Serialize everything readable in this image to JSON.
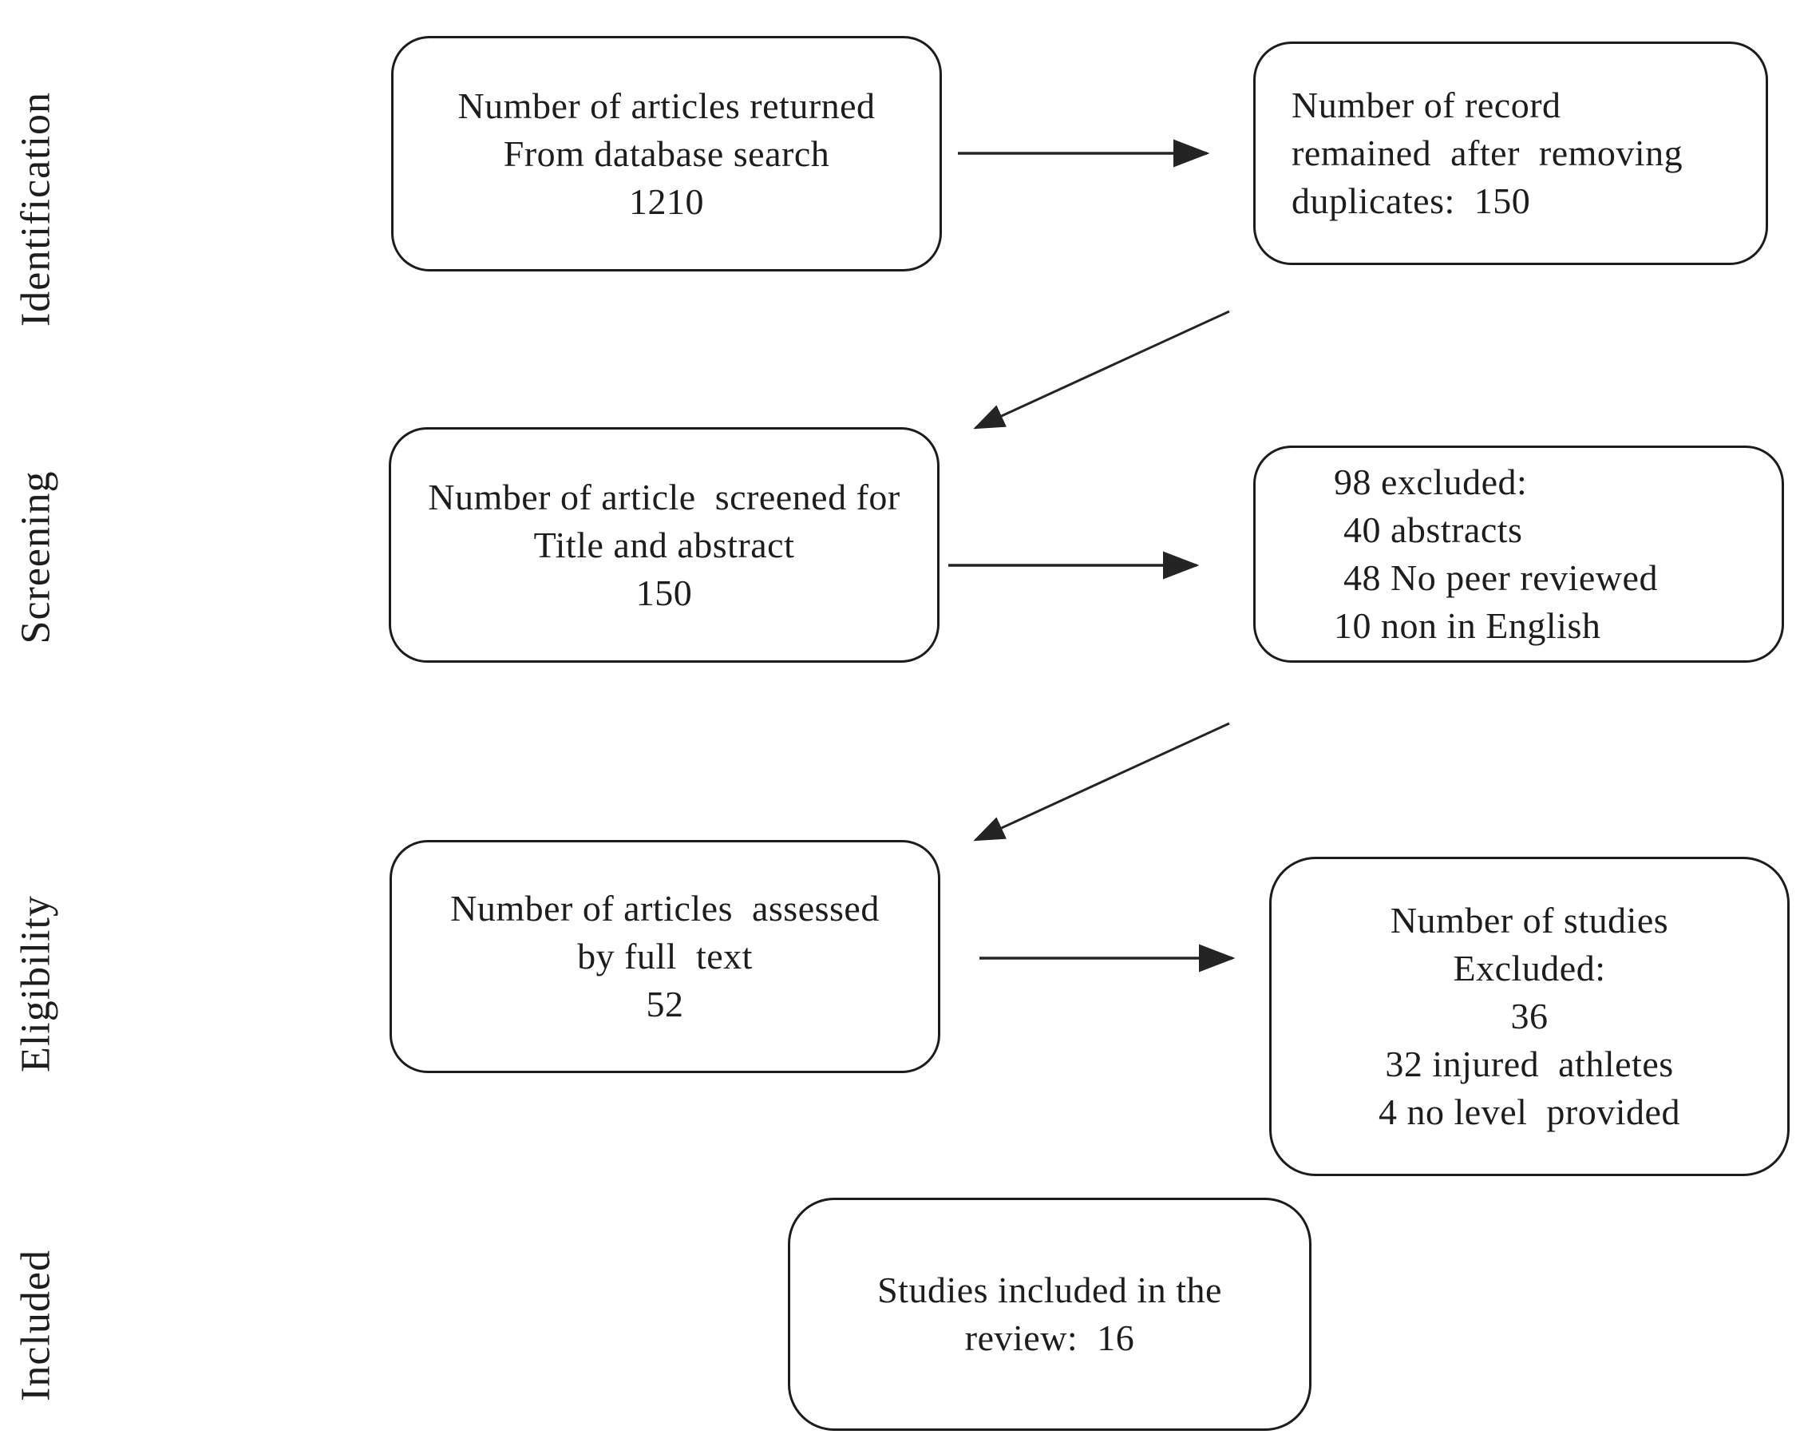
{
  "colors": {
    "background": "#ffffff",
    "border": "#1c1c1c",
    "text": "#1d1d1d",
    "arrow": "#242424"
  },
  "stages": [
    {
      "label": "Identification"
    },
    {
      "label": "Screening"
    },
    {
      "label": "Eligibility"
    },
    {
      "label": "Included"
    }
  ],
  "boxes": {
    "records_identified": {
      "lines": [
        "Number of articles returned",
        "From database search",
        "1210"
      ]
    },
    "duplicates_removed": {
      "lines": [
        "Number of record",
        "remained  after  removing",
        "duplicates:  150"
      ]
    },
    "title_abstract_screened": {
      "lines": [
        "Number of article  screened for",
        "Title and abstract",
        "150"
      ]
    },
    "screening_excluded": {
      "lines": [
        "98 excluded:",
        " 40 abstracts",
        " 48 No peer reviewed",
        "10 non in English"
      ]
    },
    "full_text_assessed": {
      "lines": [
        "Number of articles  assessed",
        "by full  text",
        "52"
      ]
    },
    "eligibility_excluded": {
      "lines": [
        "Number of studies",
        "Excluded:",
        "36",
        "32 injured  athletes",
        "4 no level  provided"
      ]
    },
    "included_studies": {
      "lines": [
        "Studies included in the",
        "review:  16"
      ]
    }
  }
}
